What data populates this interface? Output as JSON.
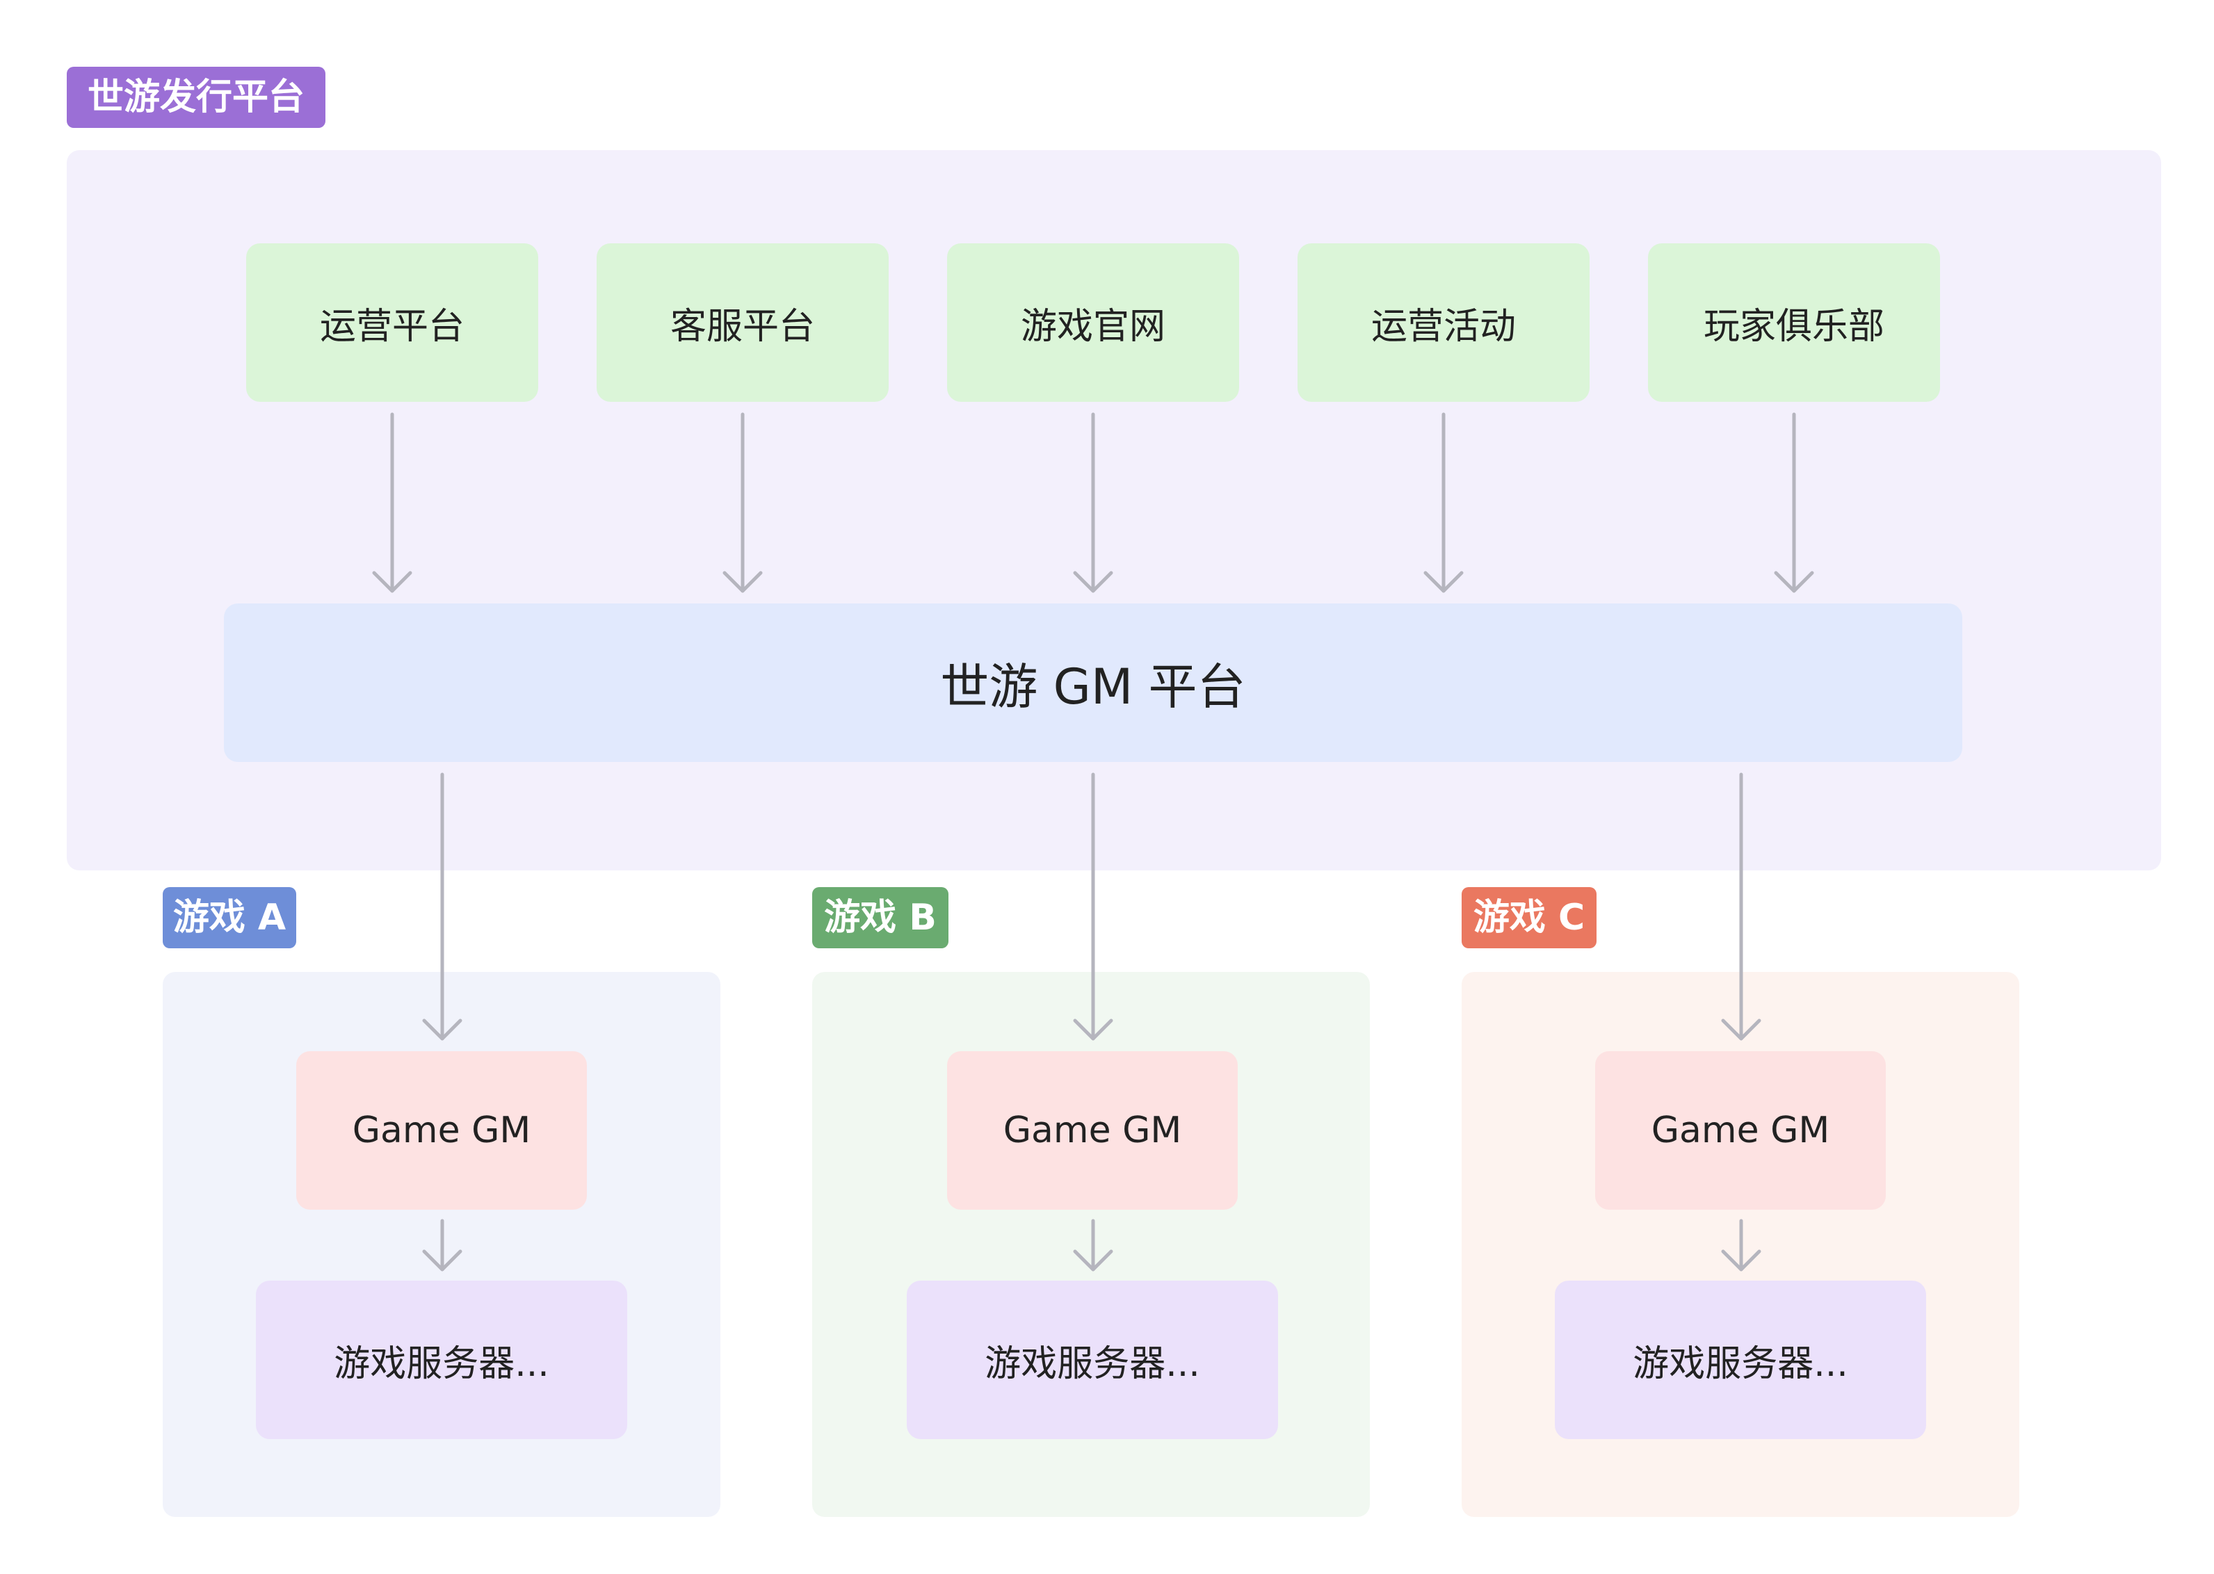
{
  "platform": {
    "tag": "世游发行平台",
    "color": "#9b6fd6",
    "bg": "#f3f0fc",
    "services": [
      "运营平台",
      "客服平台",
      "游戏官网",
      "运营活动",
      "玩家俱乐部"
    ],
    "gm": "世游 GM 平台"
  },
  "games": [
    {
      "tag": "游戏 A",
      "color": "#6e8ed8",
      "bg": "#f1f3fb",
      "gm": "Game GM",
      "server": "游戏服务器..."
    },
    {
      "tag": "游戏 B",
      "color": "#6aab70",
      "bg": "#f1f8f1",
      "gm": "Game GM",
      "server": "游戏服务器..."
    },
    {
      "tag": "游戏 C",
      "color": "#ea7860",
      "bg": "#fdf3ef",
      "gm": "Game GM",
      "server": "游戏服务器..."
    }
  ],
  "colors": {
    "service_box": "#dbf5d8",
    "gm_platform_box": "#e1e9fd",
    "game_gm_box": "#fde2e2",
    "server_box": "#ebe1fb",
    "arrow": "#b5b5be"
  }
}
